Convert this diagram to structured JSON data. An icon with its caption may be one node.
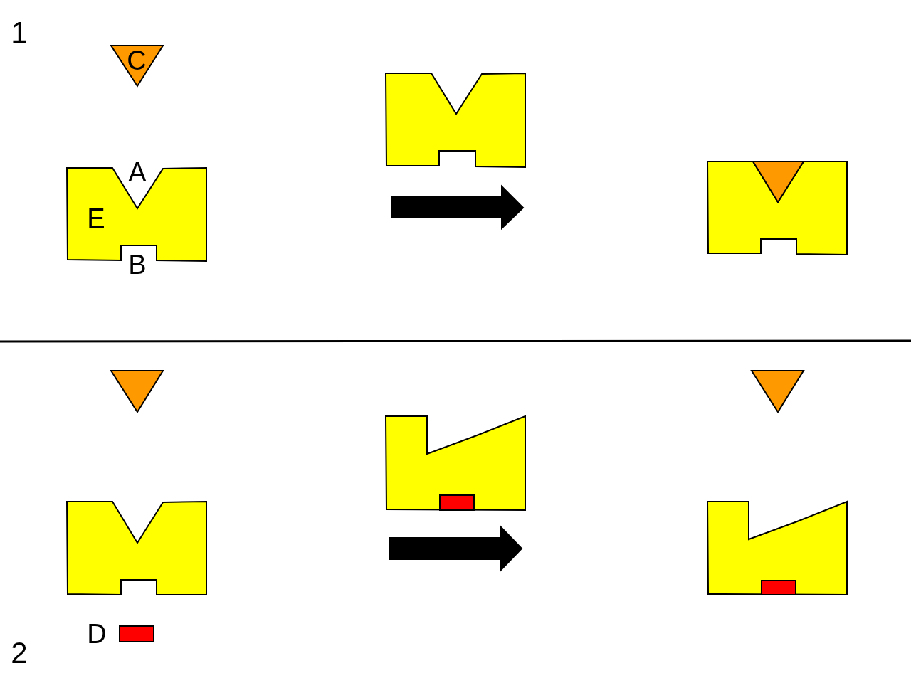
{
  "diagram": {
    "labels": [
      "1",
      "C",
      "A",
      "E",
      "B",
      "D",
      "2"
    ]
  }
}
